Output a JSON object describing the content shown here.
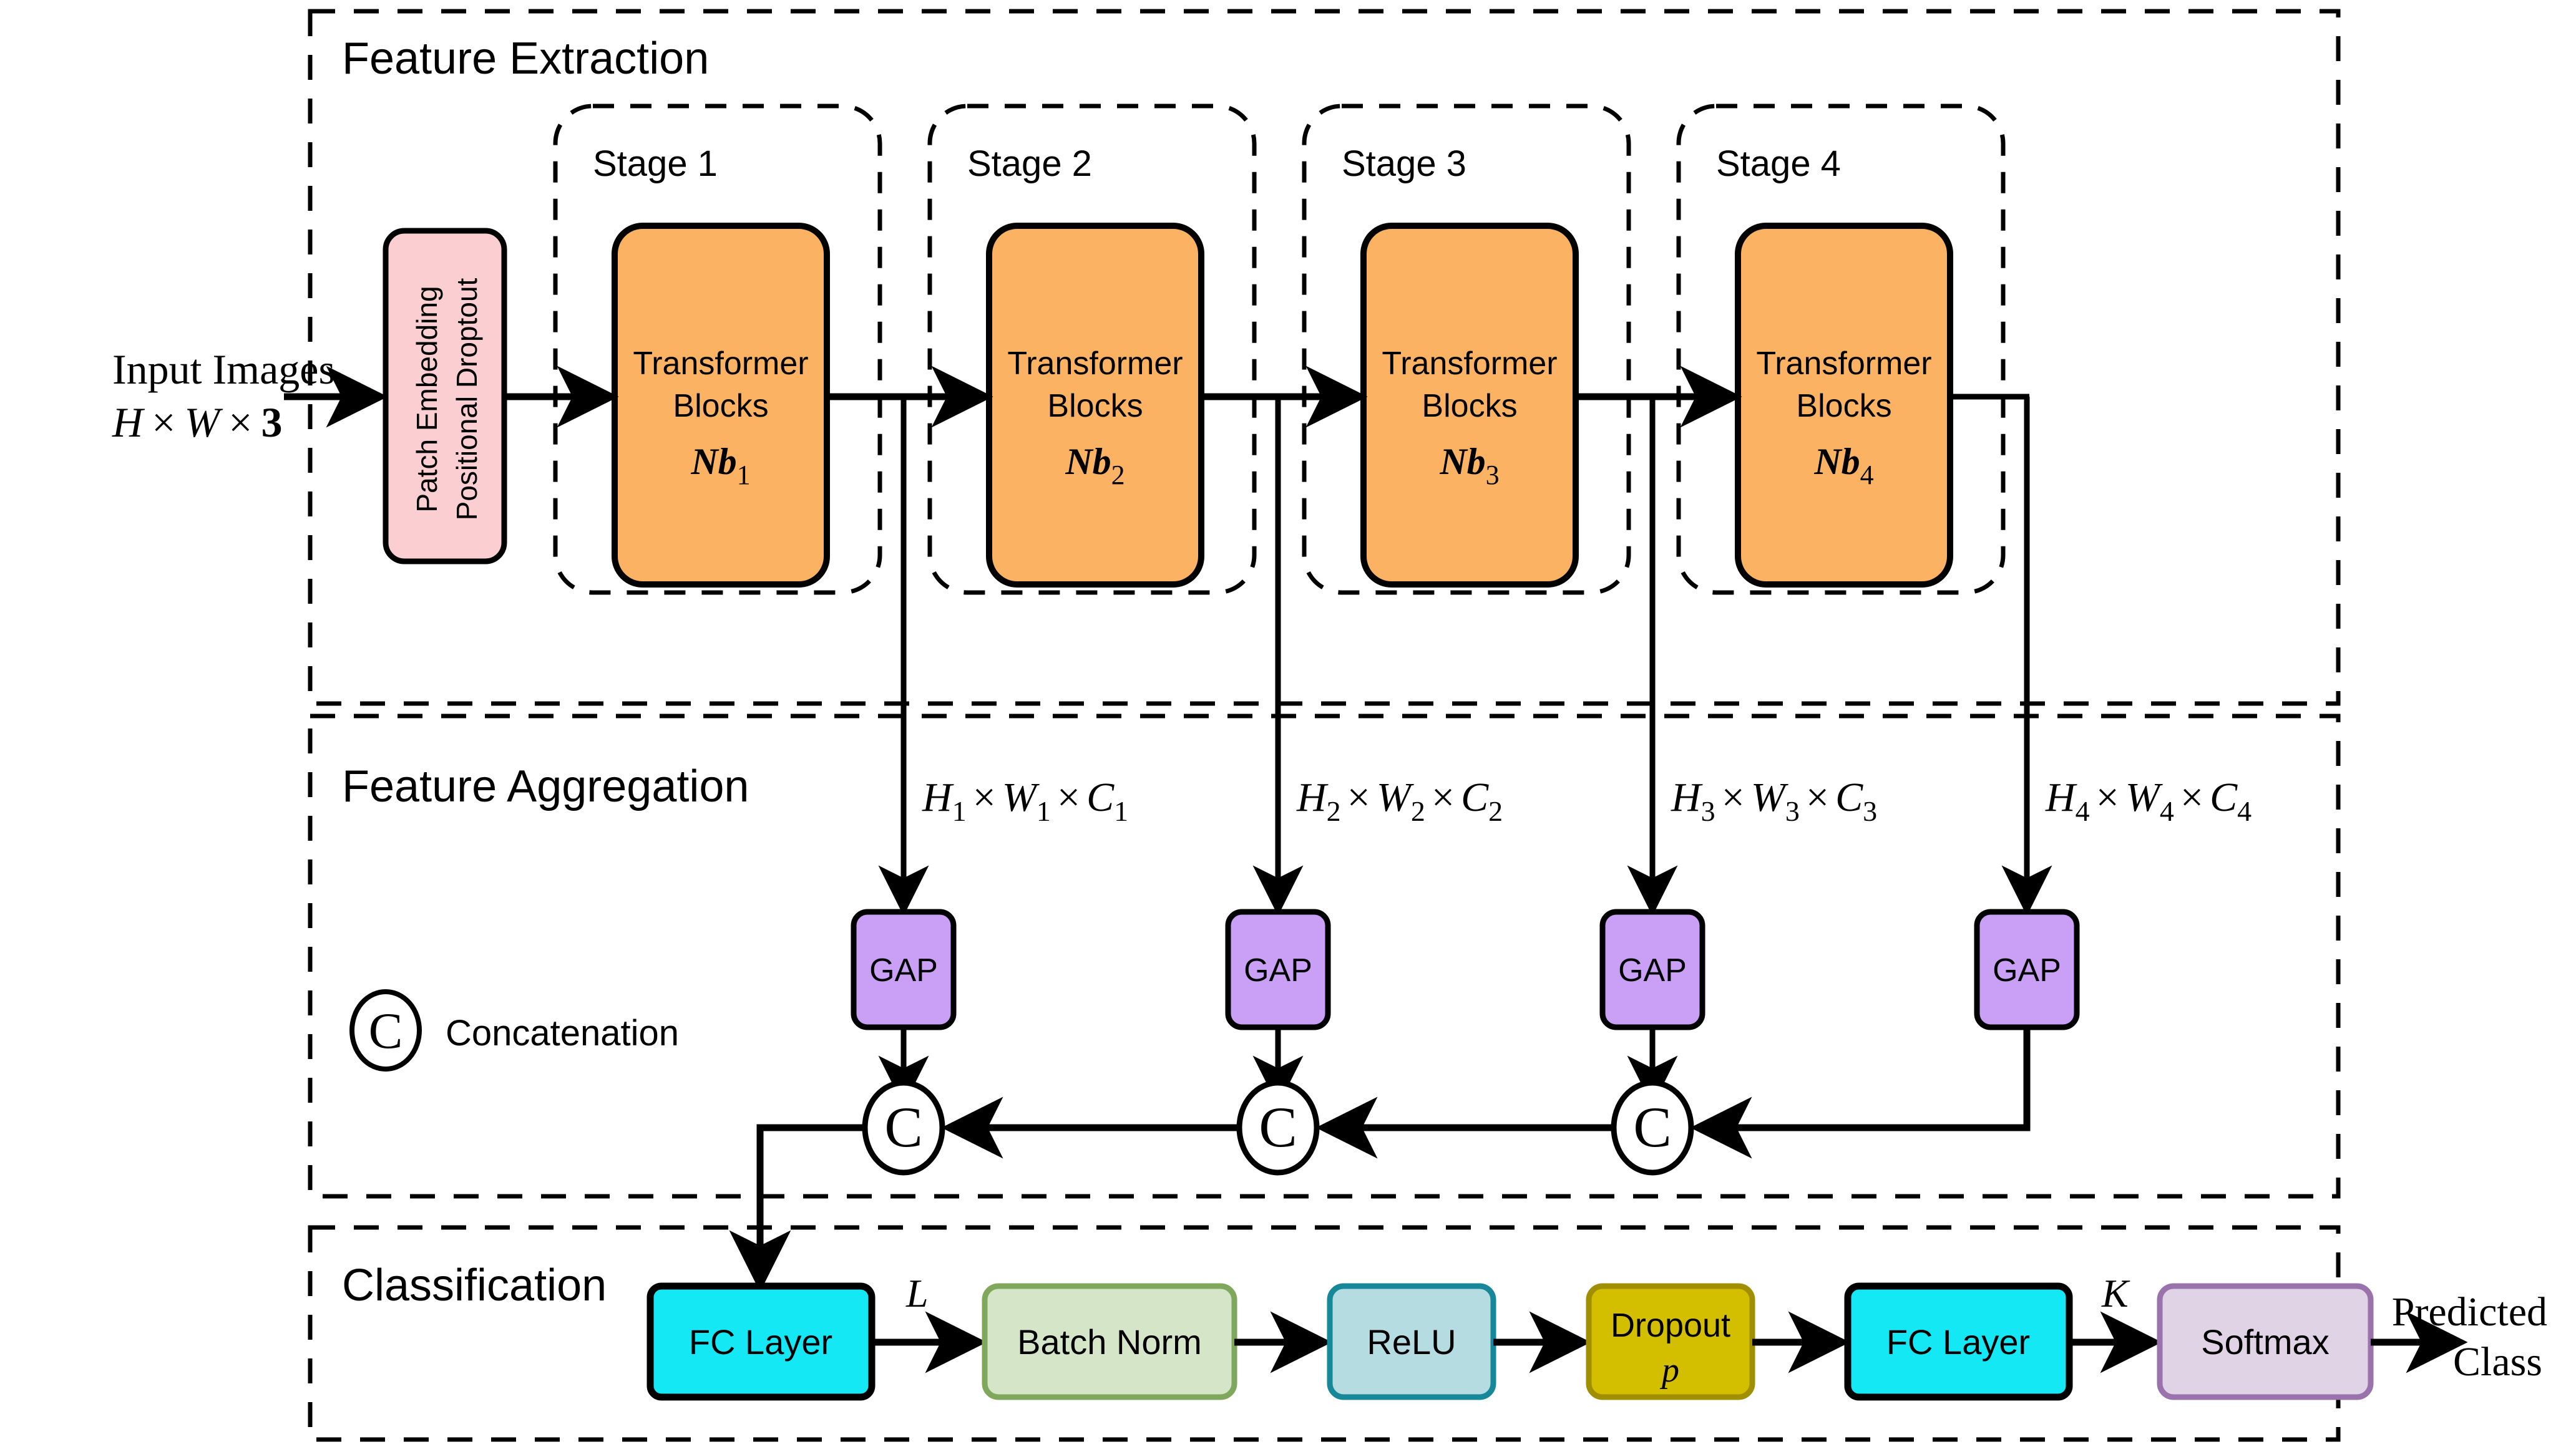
{
  "diagram": {
    "title": "Multi-stage Vision Transformer classification architecture",
    "colors": {
      "orange_fill": "#FBB263",
      "orange_stroke": "#000000",
      "pink_fill": "#FBCFD1",
      "pink_stroke": "#000000",
      "purple_fill": "#C9A0F5",
      "purple_stroke": "#000000",
      "cyan_fill": "#14E8F5",
      "cyan_stroke": "#000000",
      "green_fill": "#D4E5C8",
      "green_stroke": "#7FA85C",
      "teal_fill": "#B5DCE0",
      "teal_stroke": "#178899",
      "gold_fill": "#D4BE00",
      "gold_stroke": "#A08F00",
      "lavender_fill": "#E0D3E6",
      "lavender_stroke": "#9B73AC",
      "line": "#000000",
      "background": "#FFFFFF"
    },
    "sections": [
      {
        "id": "feature-extraction",
        "label": "Feature Extraction"
      },
      {
        "id": "feature-aggregation",
        "label": "Feature Aggregation"
      },
      {
        "id": "classification",
        "label": "Classification"
      }
    ],
    "input": {
      "line1": "Input Images",
      "line2_h": "H",
      "line2_times1": "×",
      "line2_w": "W",
      "line2_times2": "×",
      "line2_three": "3"
    },
    "patch_embed": {
      "line1": "Patch Embedding",
      "line2": "Positional Droptout"
    },
    "stages": [
      {
        "id": "stage-1",
        "label": "Stage 1",
        "block_line1": "Transformer",
        "block_line2": "Blocks",
        "block_nb": "Nb",
        "block_nb_sub": "1",
        "dim_h": "H",
        "dim_h_sub": "1",
        "dim_w": "W",
        "dim_w_sub": "1",
        "dim_c": "C",
        "dim_c_sub": "1",
        "dim_times": "×",
        "gap_label": "GAP",
        "concat_label": "C"
      },
      {
        "id": "stage-2",
        "label": "Stage 2",
        "block_line1": "Transformer",
        "block_line2": "Blocks",
        "block_nb": "Nb",
        "block_nb_sub": "2",
        "dim_h": "H",
        "dim_h_sub": "2",
        "dim_w": "W",
        "dim_w_sub": "2",
        "dim_c": "C",
        "dim_c_sub": "2",
        "dim_times": "×",
        "gap_label": "GAP",
        "concat_label": "C"
      },
      {
        "id": "stage-3",
        "label": "Stage 3",
        "block_line1": "Transformer",
        "block_line2": "Blocks",
        "block_nb": "Nb",
        "block_nb_sub": "3",
        "dim_h": "H",
        "dim_h_sub": "3",
        "dim_w": "W",
        "dim_w_sub": "3",
        "dim_c": "C",
        "dim_c_sub": "3",
        "dim_times": "×",
        "gap_label": "GAP",
        "concat_label": "C"
      },
      {
        "id": "stage-4",
        "label": "Stage 4",
        "block_line1": "Transformer",
        "block_line2": "Blocks",
        "block_nb": "Nb",
        "block_nb_sub": "4",
        "dim_h": "H",
        "dim_h_sub": "4",
        "dim_w": "W",
        "dim_w_sub": "4",
        "dim_c": "C",
        "dim_c_sub": "4",
        "dim_times": "×",
        "gap_label": "GAP"
      }
    ],
    "legend": {
      "symbol": "C",
      "label": "Concatenation"
    },
    "classification_chain": [
      {
        "id": "fc-layer-1",
        "label": "FC Layer",
        "fill": "#14E8F5",
        "stroke": "#000000"
      },
      {
        "id": "batch-norm",
        "label": "Batch Norm",
        "fill": "#D4E5C8",
        "stroke": "#7FA85C"
      },
      {
        "id": "relu",
        "label": "ReLU",
        "fill": "#B5DCE0",
        "stroke": "#178899"
      },
      {
        "id": "dropout",
        "label": "Dropout",
        "sub": "p",
        "fill": "#D4BE00",
        "stroke": "#A08F00"
      },
      {
        "id": "fc-layer-2",
        "label": "FC Layer",
        "fill": "#14E8F5",
        "stroke": "#000000"
      },
      {
        "id": "softmax",
        "label": "Softmax",
        "fill": "#E0D3E6",
        "stroke": "#9B73AC"
      }
    ],
    "edge_labels": {
      "L": "L",
      "K": "K"
    },
    "output": {
      "line1": "Predicted",
      "line2": "Class"
    }
  }
}
